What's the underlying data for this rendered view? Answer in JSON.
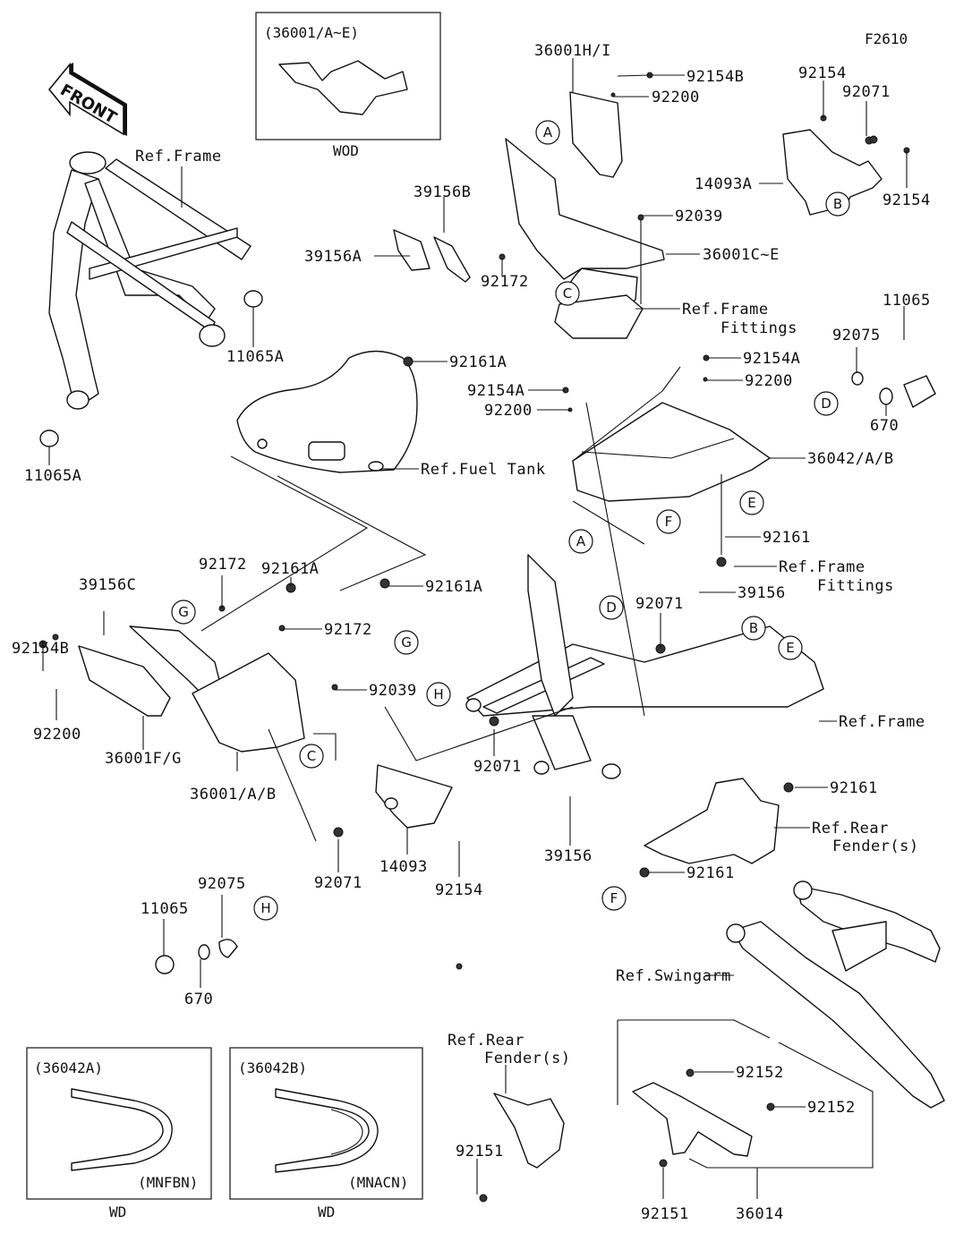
{
  "diagram": {
    "figure_code": "F2610",
    "front_arrow": "FRONT",
    "inset_boxes": [
      {
        "id": "inset-36001",
        "title": "(36001/A~E)",
        "caption": "WOD",
        "variant": ""
      },
      {
        "id": "inset-36042a",
        "title": "(36042A)",
        "caption": "WD",
        "variant": "(MNFBN)"
      },
      {
        "id": "inset-36042b",
        "title": "(36042B)",
        "caption": "WD",
        "variant": "(MNACN)"
      }
    ],
    "callouts": [
      "A",
      "B",
      "C",
      "D",
      "E",
      "F",
      "G",
      "H"
    ],
    "labels": [
      {
        "text": "36001H/I"
      },
      {
        "text": "92154B"
      },
      {
        "text": "92200"
      },
      {
        "text": "92154"
      },
      {
        "text": "92071"
      },
      {
        "text": "14093A"
      },
      {
        "text": "92154"
      },
      {
        "text": "Ref.Frame"
      },
      {
        "text": "39156B"
      },
      {
        "text": "39156A"
      },
      {
        "text": "92172"
      },
      {
        "text": "92039"
      },
      {
        "text": "36001C~E"
      },
      {
        "text": "Ref.Frame"
      },
      {
        "text": "Fittings"
      },
      {
        "text": "11065"
      },
      {
        "text": "92075"
      },
      {
        "text": "670"
      },
      {
        "text": "11065A"
      },
      {
        "text": "11065A"
      },
      {
        "text": "92161A"
      },
      {
        "text": "92154A"
      },
      {
        "text": "92200"
      },
      {
        "text": "92154A"
      },
      {
        "text": "92200"
      },
      {
        "text": "Ref.Fuel Tank"
      },
      {
        "text": "36042/A/B"
      },
      {
        "text": "92161"
      },
      {
        "text": "Ref.Frame"
      },
      {
        "text": "Fittings"
      },
      {
        "text": "92161A"
      },
      {
        "text": "92172"
      },
      {
        "text": "92161A"
      },
      {
        "text": "39156C"
      },
      {
        "text": "92172"
      },
      {
        "text": "92154B"
      },
      {
        "text": "92039"
      },
      {
        "text": "92200"
      },
      {
        "text": "36001F/G"
      },
      {
        "text": "36001/A/B"
      },
      {
        "text": "92071"
      },
      {
        "text": "39156"
      },
      {
        "text": "Ref.Frame"
      },
      {
        "text": "92071"
      },
      {
        "text": "92161"
      },
      {
        "text": "Ref.Rear"
      },
      {
        "text": "Fender(s)"
      },
      {
        "text": "14093"
      },
      {
        "text": "92154"
      },
      {
        "text": "39156"
      },
      {
        "text": "92071"
      },
      {
        "text": "92161"
      },
      {
        "text": "92075"
      },
      {
        "text": "11065"
      },
      {
        "text": "670"
      },
      {
        "text": "Ref.Swingarm"
      },
      {
        "text": "Ref.Rear"
      },
      {
        "text": "Fender(s)"
      },
      {
        "text": "92152"
      },
      {
        "text": "92152"
      },
      {
        "text": "92151"
      },
      {
        "text": "92151"
      },
      {
        "text": "36014"
      }
    ]
  }
}
